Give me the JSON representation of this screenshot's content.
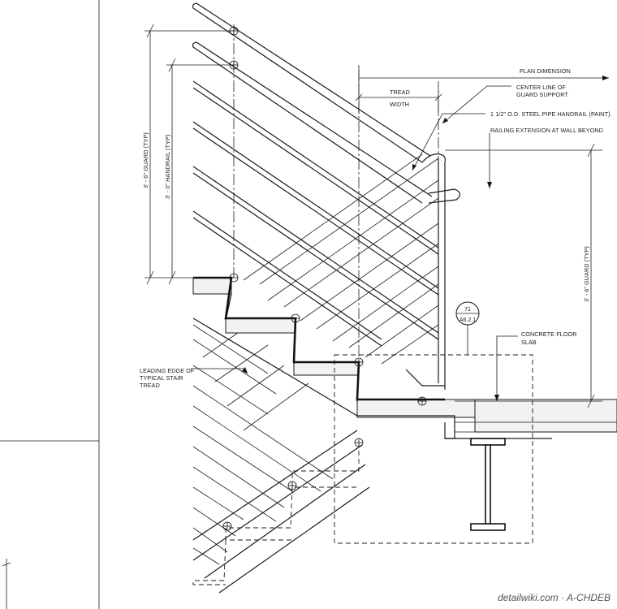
{
  "drawing": {
    "annotations": {
      "plan_dimension": "PLAN DIMENSION",
      "tread": "TREAD",
      "width": "WIDTH",
      "center_line_1": "CENTER LINE OF",
      "center_line_2": "GUARD SUPPORT",
      "handrail_note": "1 1/2\" O.D. STEEL PIPE HANDRAIL (PAINT).",
      "railing_extension": "RAILING EXTENSION AT WALL BEYOND",
      "concrete_1": "CONCRETE FLOOR",
      "concrete_2": "SLAB",
      "leading_1": "LEADING EDGE OF",
      "leading_2": "TYPICAL STAIR",
      "leading_3": "TREAD"
    },
    "dimensions": {
      "guard_left": "3' - 6\" GUARD (TYP)",
      "handrail_left": "3' - 0\" HANDRAIL (TYP)",
      "guard_right": "3' - 6\" GUARD (TYP)"
    },
    "detail_tag": {
      "number": "71",
      "sheet": "A6.2.1"
    },
    "watermark": "detailwiki.com · A-CHDEB"
  }
}
